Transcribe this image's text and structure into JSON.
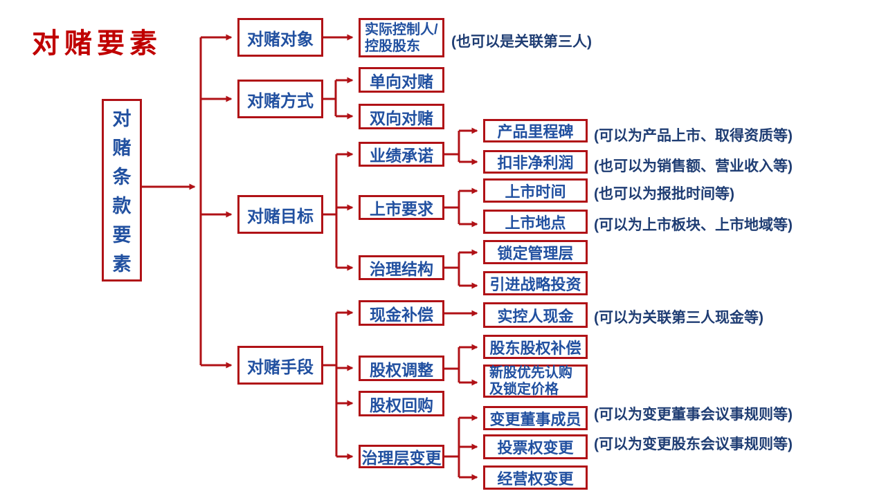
{
  "title": "对赌要素",
  "root": {
    "label": "对赌条款要素"
  },
  "branches": {
    "level1": [
      "对赌对象",
      "对赌方式",
      "对赌目标",
      "对赌手段"
    ],
    "level2": {
      "counterparty": "实际控制人/\n控股股东",
      "one_way": "单向对赌",
      "two_way": "双向对赌",
      "performance": "业绩承诺",
      "listing_req": "上市要求",
      "governance_struct": "治理结构",
      "cash_comp": "现金补偿",
      "equity_adjust": "股权调整",
      "equity_buyback": "股权回购",
      "governance_change": "治理层变更"
    },
    "level3": {
      "product_milestone": "产品里程碑",
      "net_profit": "扣非净利润",
      "listing_time": "上市时间",
      "listing_venue": "上市地点",
      "lock_management": "锁定管理层",
      "strategic_investment": "引进战略投资",
      "controller_cash": "实控人现金",
      "shareholder_comp": "股东股权补偿",
      "preemptive": "新股优先认购\n及锁定价格",
      "change_directors": "变更董事成员",
      "voting_change": "投票权变更",
      "management_change": "经营权变更"
    },
    "annotations": {
      "third_party": "(也可以是关联第三人)",
      "milestone_note": "(可以为产品上市、取得资质等)",
      "profit_note": "(也可以为销售额、营业收入等)",
      "time_note": "(也可以为报批时间等)",
      "venue_note": "(可以为上市板块、上市地域等)",
      "cash_note": "(可以为关联第三人现金等)",
      "directors_note": "(可以为变更董事会议事规则等)",
      "voting_note": "(可以为变更股东会议事规则等)"
    }
  },
  "colors": {
    "line": "#B01116",
    "box_text": "#2150A0",
    "annotation_text": "#1F3D73",
    "title_text": "#C00000"
  }
}
